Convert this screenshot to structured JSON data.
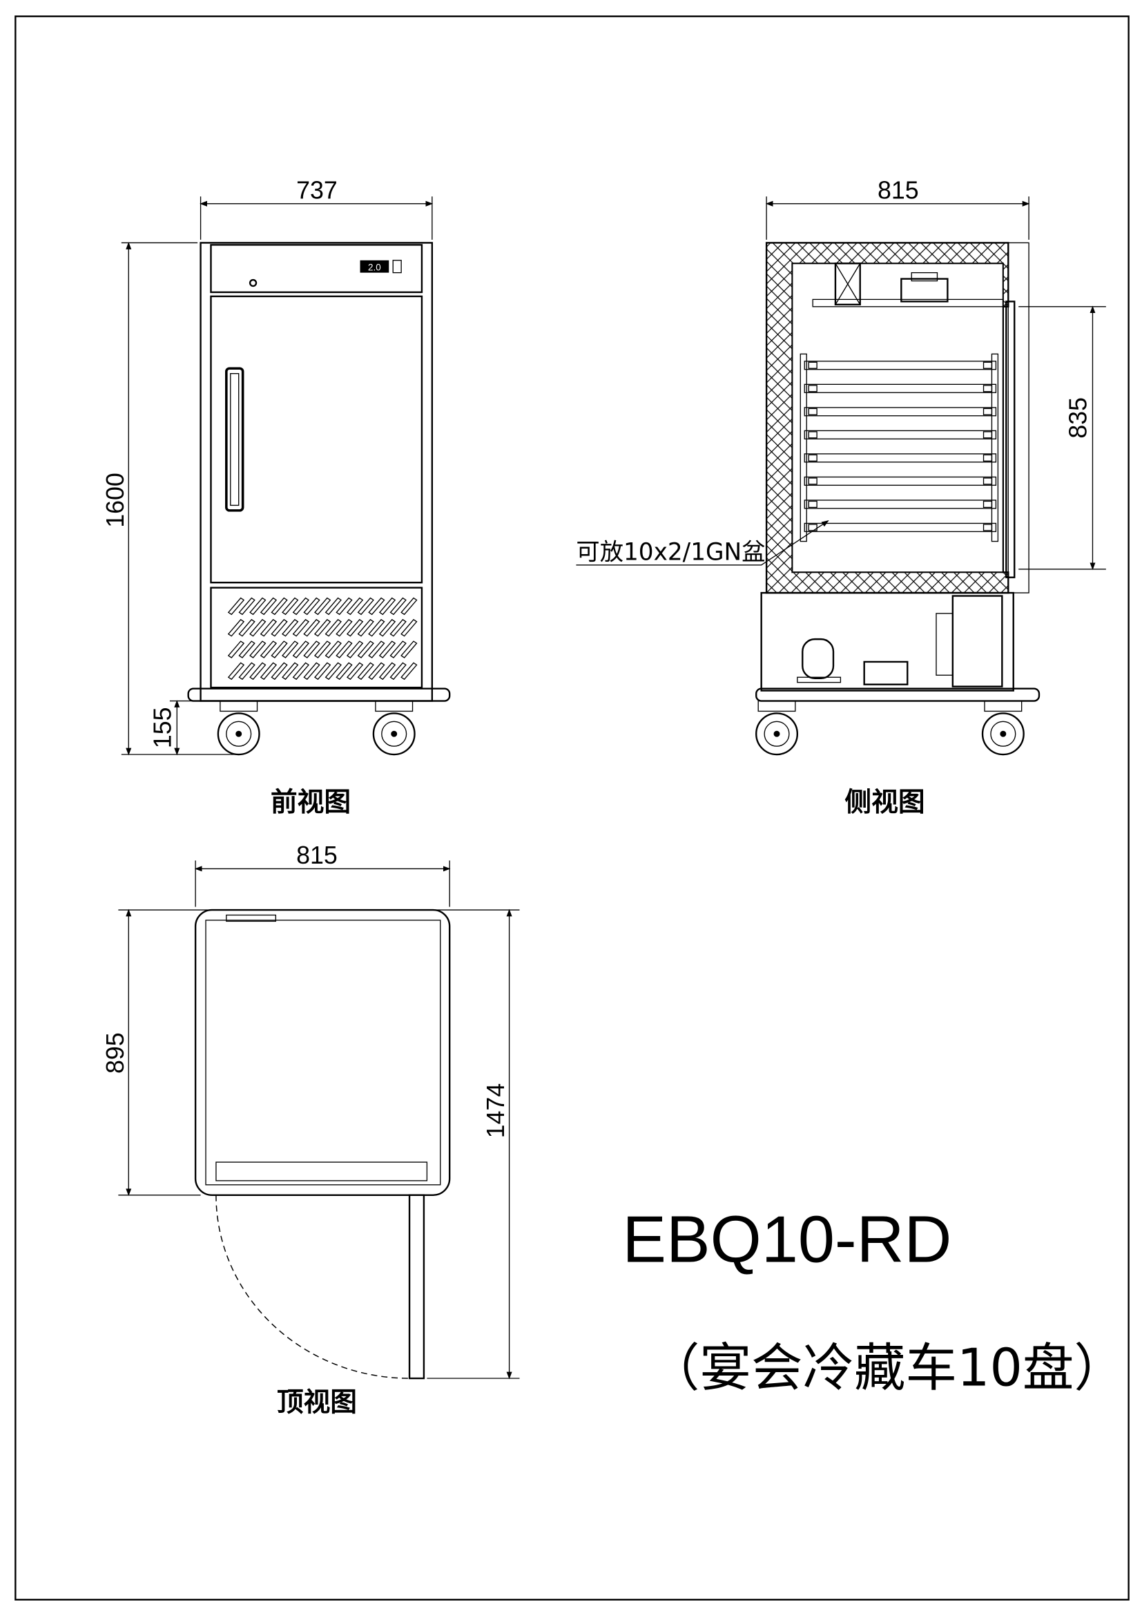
{
  "front_view": {
    "label": "前视图",
    "width_dim": "737",
    "height_dim": "1600",
    "base_dim": "155",
    "display_reading": "2.0"
  },
  "side_view": {
    "label": "侧视图",
    "depth_dim": "815",
    "shelf_zone_dim": "835",
    "capacity_note": "可放10x2/1GN盆"
  },
  "top_view": {
    "label": "顶视图",
    "width_dim": "815",
    "depth_dim": "895",
    "door_open_dim": "1474"
  },
  "title_block": {
    "model": "EBQ10-RD",
    "description": "（宴会冷藏车10盘）"
  }
}
